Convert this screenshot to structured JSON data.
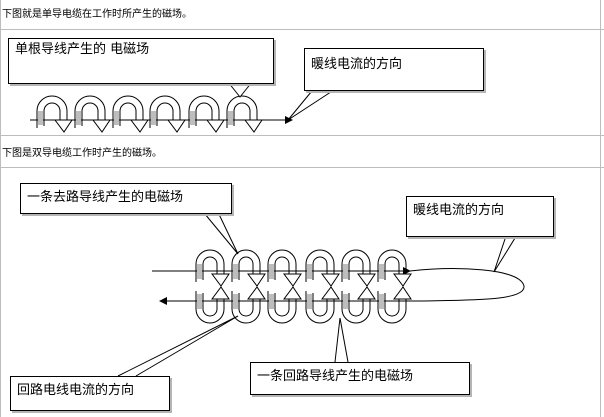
{
  "caption_single": "下图就是单导电缆在工作时所产生的磁场。",
  "caption_double": "下图是双导电缆工作时产生的磁场。",
  "diagram_single": {
    "label_field": "单根导线产生的 电磁场",
    "label_direction": "暖线电流的方向"
  },
  "diagram_double": {
    "label_outgoing_field": "一条去路导线产生的电磁场",
    "label_heating_direction": "暖线电流的方向",
    "label_return_direction": "回路电线电流的方向",
    "label_return_field": "一条回路导线产生的电磁场"
  }
}
